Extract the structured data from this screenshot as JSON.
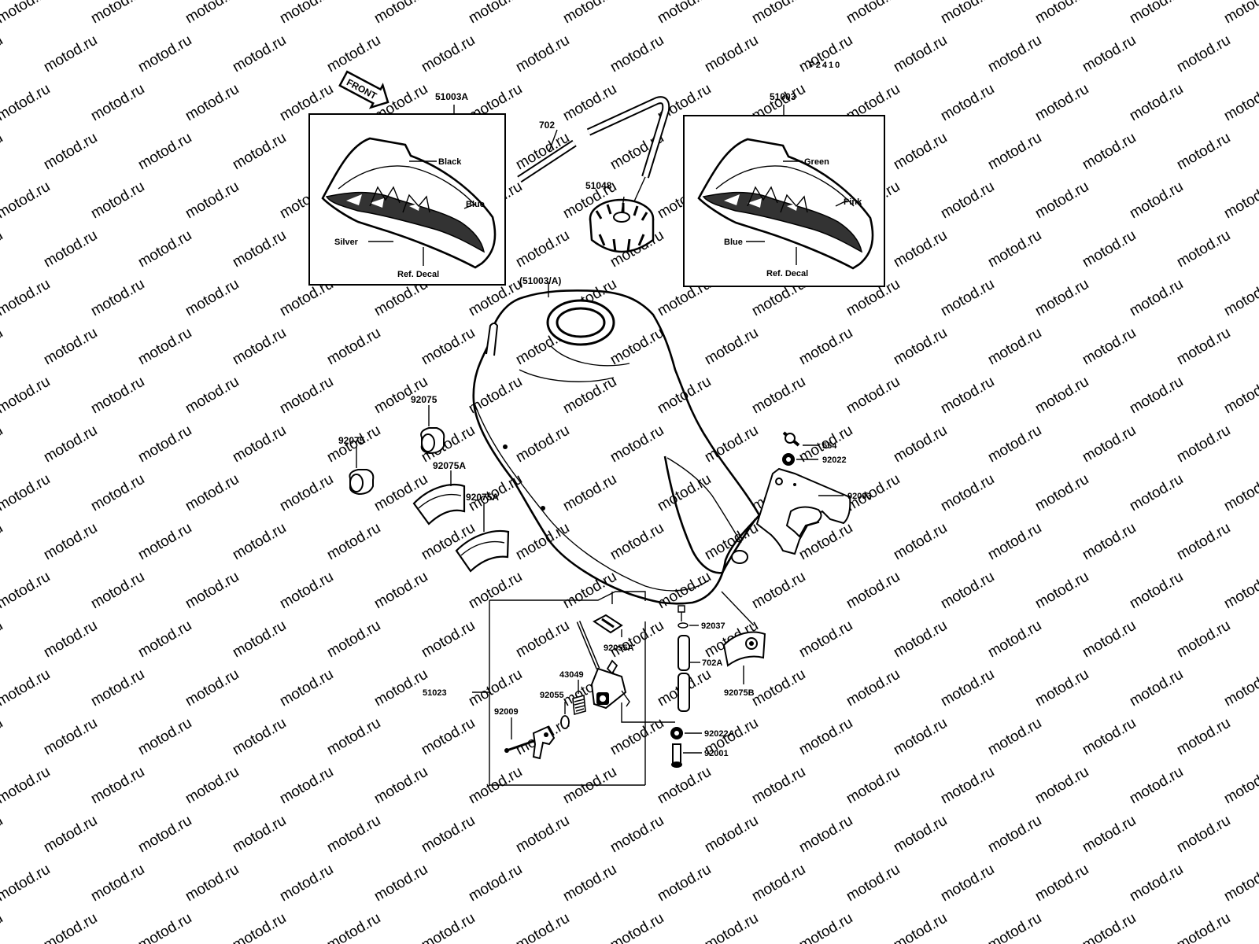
{
  "watermark": "motod.ru",
  "figure_id": "F2410",
  "front_arrow_label": "FRONT",
  "insets": {
    "left": {
      "part_no": "51003A",
      "colors": [
        "Black",
        "Blue",
        "Silver"
      ],
      "ref": "Ref. Decal"
    },
    "right": {
      "part_no": "51003",
      "colors": [
        "Green",
        "Pink",
        "Blue"
      ],
      "ref": "Ref. Decal"
    }
  },
  "parts": {
    "tank": "(51003/A)",
    "hose_top": "702",
    "cap": "51048",
    "damper_a1": "92075",
    "damper_a2": "92075",
    "damper_b1": "92075A",
    "damper_b2": "92075A",
    "bolt_554": "554",
    "washer_92022": "92022",
    "bracket_92093": "92093",
    "clip_92037": "92037",
    "hose_702a": "702A",
    "damper_92075b": "92075B",
    "cock_assy": "51023",
    "seal_92055a": "92055A",
    "filter_43049": "43049",
    "oring_92055": "92055",
    "screw_92009": "92009",
    "washer_92022a": "92022A",
    "bolt_92001": "92001"
  }
}
